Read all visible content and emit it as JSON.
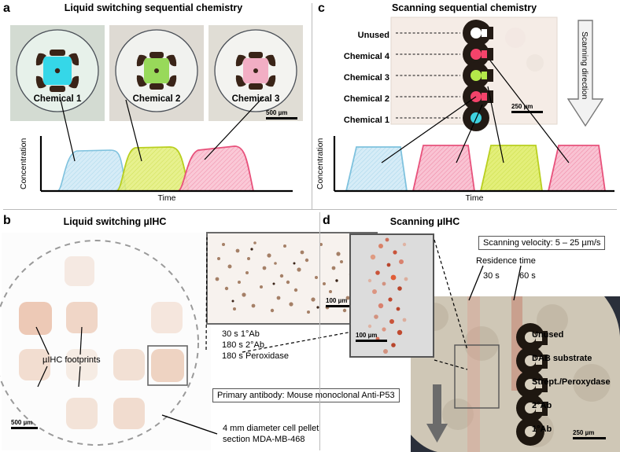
{
  "figure": {
    "panels": [
      {
        "letter": "a",
        "title": "Liquid switching sequential chemistry"
      },
      {
        "letter": "b",
        "title": "Liquid switching µIHC"
      },
      {
        "letter": "c",
        "title": "Scanning sequential chemistry"
      },
      {
        "letter": "d",
        "title": "Scanning µIHC"
      }
    ]
  },
  "panel_a": {
    "letter": "a",
    "title": "Liquid switching sequential chemistry",
    "micrographs": [
      {
        "label": "Chemical 1",
        "color": "#35d7e8"
      },
      {
        "label": "Chemical 2",
        "color": "#98d95a"
      },
      {
        "label": "Chemical 3",
        "color": "#f2aec4"
      }
    ],
    "scale_bar": {
      "value": "500",
      "unit": "µm"
    },
    "chart_data": {
      "type": "area",
      "title": "",
      "xlabel": "Time",
      "ylabel": "Concentration",
      "grid": false,
      "legend": "none",
      "xlim": [
        0,
        100
      ],
      "ylim": [
        0,
        1
      ],
      "series": [
        {
          "name": "Chemical 1",
          "color": "#9fd3e8",
          "line": "#7fc2de",
          "x": [
            8,
            13,
            20,
            40,
            46,
            52
          ],
          "y": [
            0,
            0.72,
            0.86,
            0.87,
            0.74,
            0
          ]
        },
        {
          "name": "Chemical 2",
          "color": "#cbe03a",
          "line": "#b9cf1f",
          "x": [
            40,
            46,
            52,
            72,
            78,
            86
          ],
          "y": [
            0,
            0.72,
            0.9,
            0.91,
            0.7,
            0
          ]
        },
        {
          "name": "Chemical 3",
          "color": "#f27798",
          "line": "#e8527c",
          "x": [
            72,
            78,
            86,
            108,
            114,
            120
          ],
          "y": [
            0,
            0.66,
            0.88,
            0.92,
            0.7,
            0
          ]
        }
      ]
    }
  },
  "panel_b": {
    "letter": "b",
    "title": "Liquid switching µIHC",
    "footprint_annotation": "µIHC footprints",
    "inset_scale_bar": {
      "value": "100",
      "unit": "µm"
    },
    "overview_scale_bar": {
      "value": "500",
      "unit": "µm"
    },
    "protocol": [
      "30 s 1°Ab",
      "180 s 2°Ab",
      "180 s Peroxidase"
    ],
    "antibody_box": "Primary antibody: Mouse monoclonal Anti-P53",
    "sample_note": [
      "4 mm diameter cell pellet",
      "section MDA-MB-468"
    ]
  },
  "panel_c": {
    "letter": "c",
    "title": "Scanning sequential chemistry",
    "row_labels": [
      "Unused",
      "Chemical 4",
      "Chemical 3",
      "Chemical 2",
      "Chemical 1"
    ],
    "row_colors": [
      "#ffffff",
      "#f4436a",
      "#b4e84a",
      "#f4436a",
      "#3fd2e0"
    ],
    "direction_label": "Scanning direction",
    "scale_bar": {
      "value": "250",
      "unit": "µm"
    },
    "chart_data": {
      "type": "area",
      "title": "",
      "xlabel": "Time",
      "ylabel": "Concentration",
      "grid": false,
      "legend": "none",
      "xlim": [
        0,
        100
      ],
      "ylim": [
        0,
        1
      ],
      "series": [
        {
          "name": "Chemical 1",
          "color": "#9fd3e8",
          "line": "#7fc2de",
          "x": [
            5,
            9,
            22,
            26
          ],
          "y": [
            0,
            0.88,
            0.88,
            0
          ]
        },
        {
          "name": "Chemical 2",
          "color": "#f27798",
          "line": "#e8527c",
          "x": [
            31,
            36,
            48,
            53
          ],
          "y": [
            0,
            0.92,
            0.92,
            0
          ]
        },
        {
          "name": "Chemical 3",
          "color": "#cbe03a",
          "line": "#b9cf1f",
          "x": [
            57,
            62,
            74,
            79
          ],
          "y": [
            0,
            0.92,
            0.92,
            0
          ]
        },
        {
          "name": "Chemical 4",
          "color": "#f27798",
          "line": "#e8527c",
          "x": [
            83,
            88,
            100,
            105
          ],
          "y": [
            0,
            0.92,
            0.92,
            0
          ]
        }
      ]
    }
  },
  "panel_d": {
    "letter": "d",
    "title": "Scanning µIHC",
    "velocity_box": "Scanning velocity: 5 – 25 µm/s",
    "residence_title": "Residence time",
    "residence_values": [
      "30 s",
      "60 s"
    ],
    "stack_labels": [
      "Unused",
      "DAB substrate",
      "Strept./Peroxydase",
      "2°Ab",
      "1°Ab"
    ],
    "inset_scale_bar": {
      "value": "100",
      "unit": "µm"
    },
    "main_scale_bar": {
      "value": "250",
      "unit": "µm"
    }
  }
}
